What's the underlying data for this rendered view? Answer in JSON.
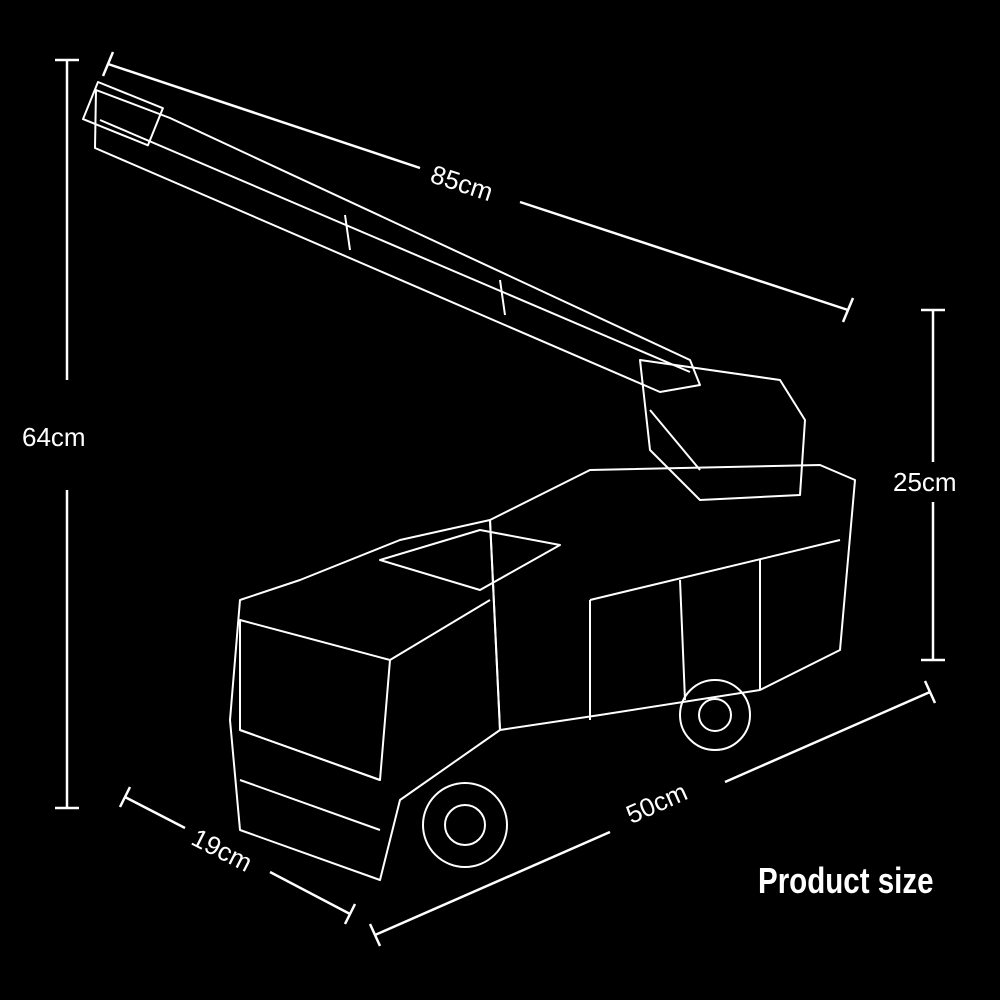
{
  "dimensions": {
    "ladder_length": "85cm",
    "total_height": "64cm",
    "body_height": "25cm",
    "length": "50cm",
    "width": "19cm"
  },
  "caption": "Product size",
  "colors": {
    "background": "#000000",
    "line": "#ffffff"
  }
}
